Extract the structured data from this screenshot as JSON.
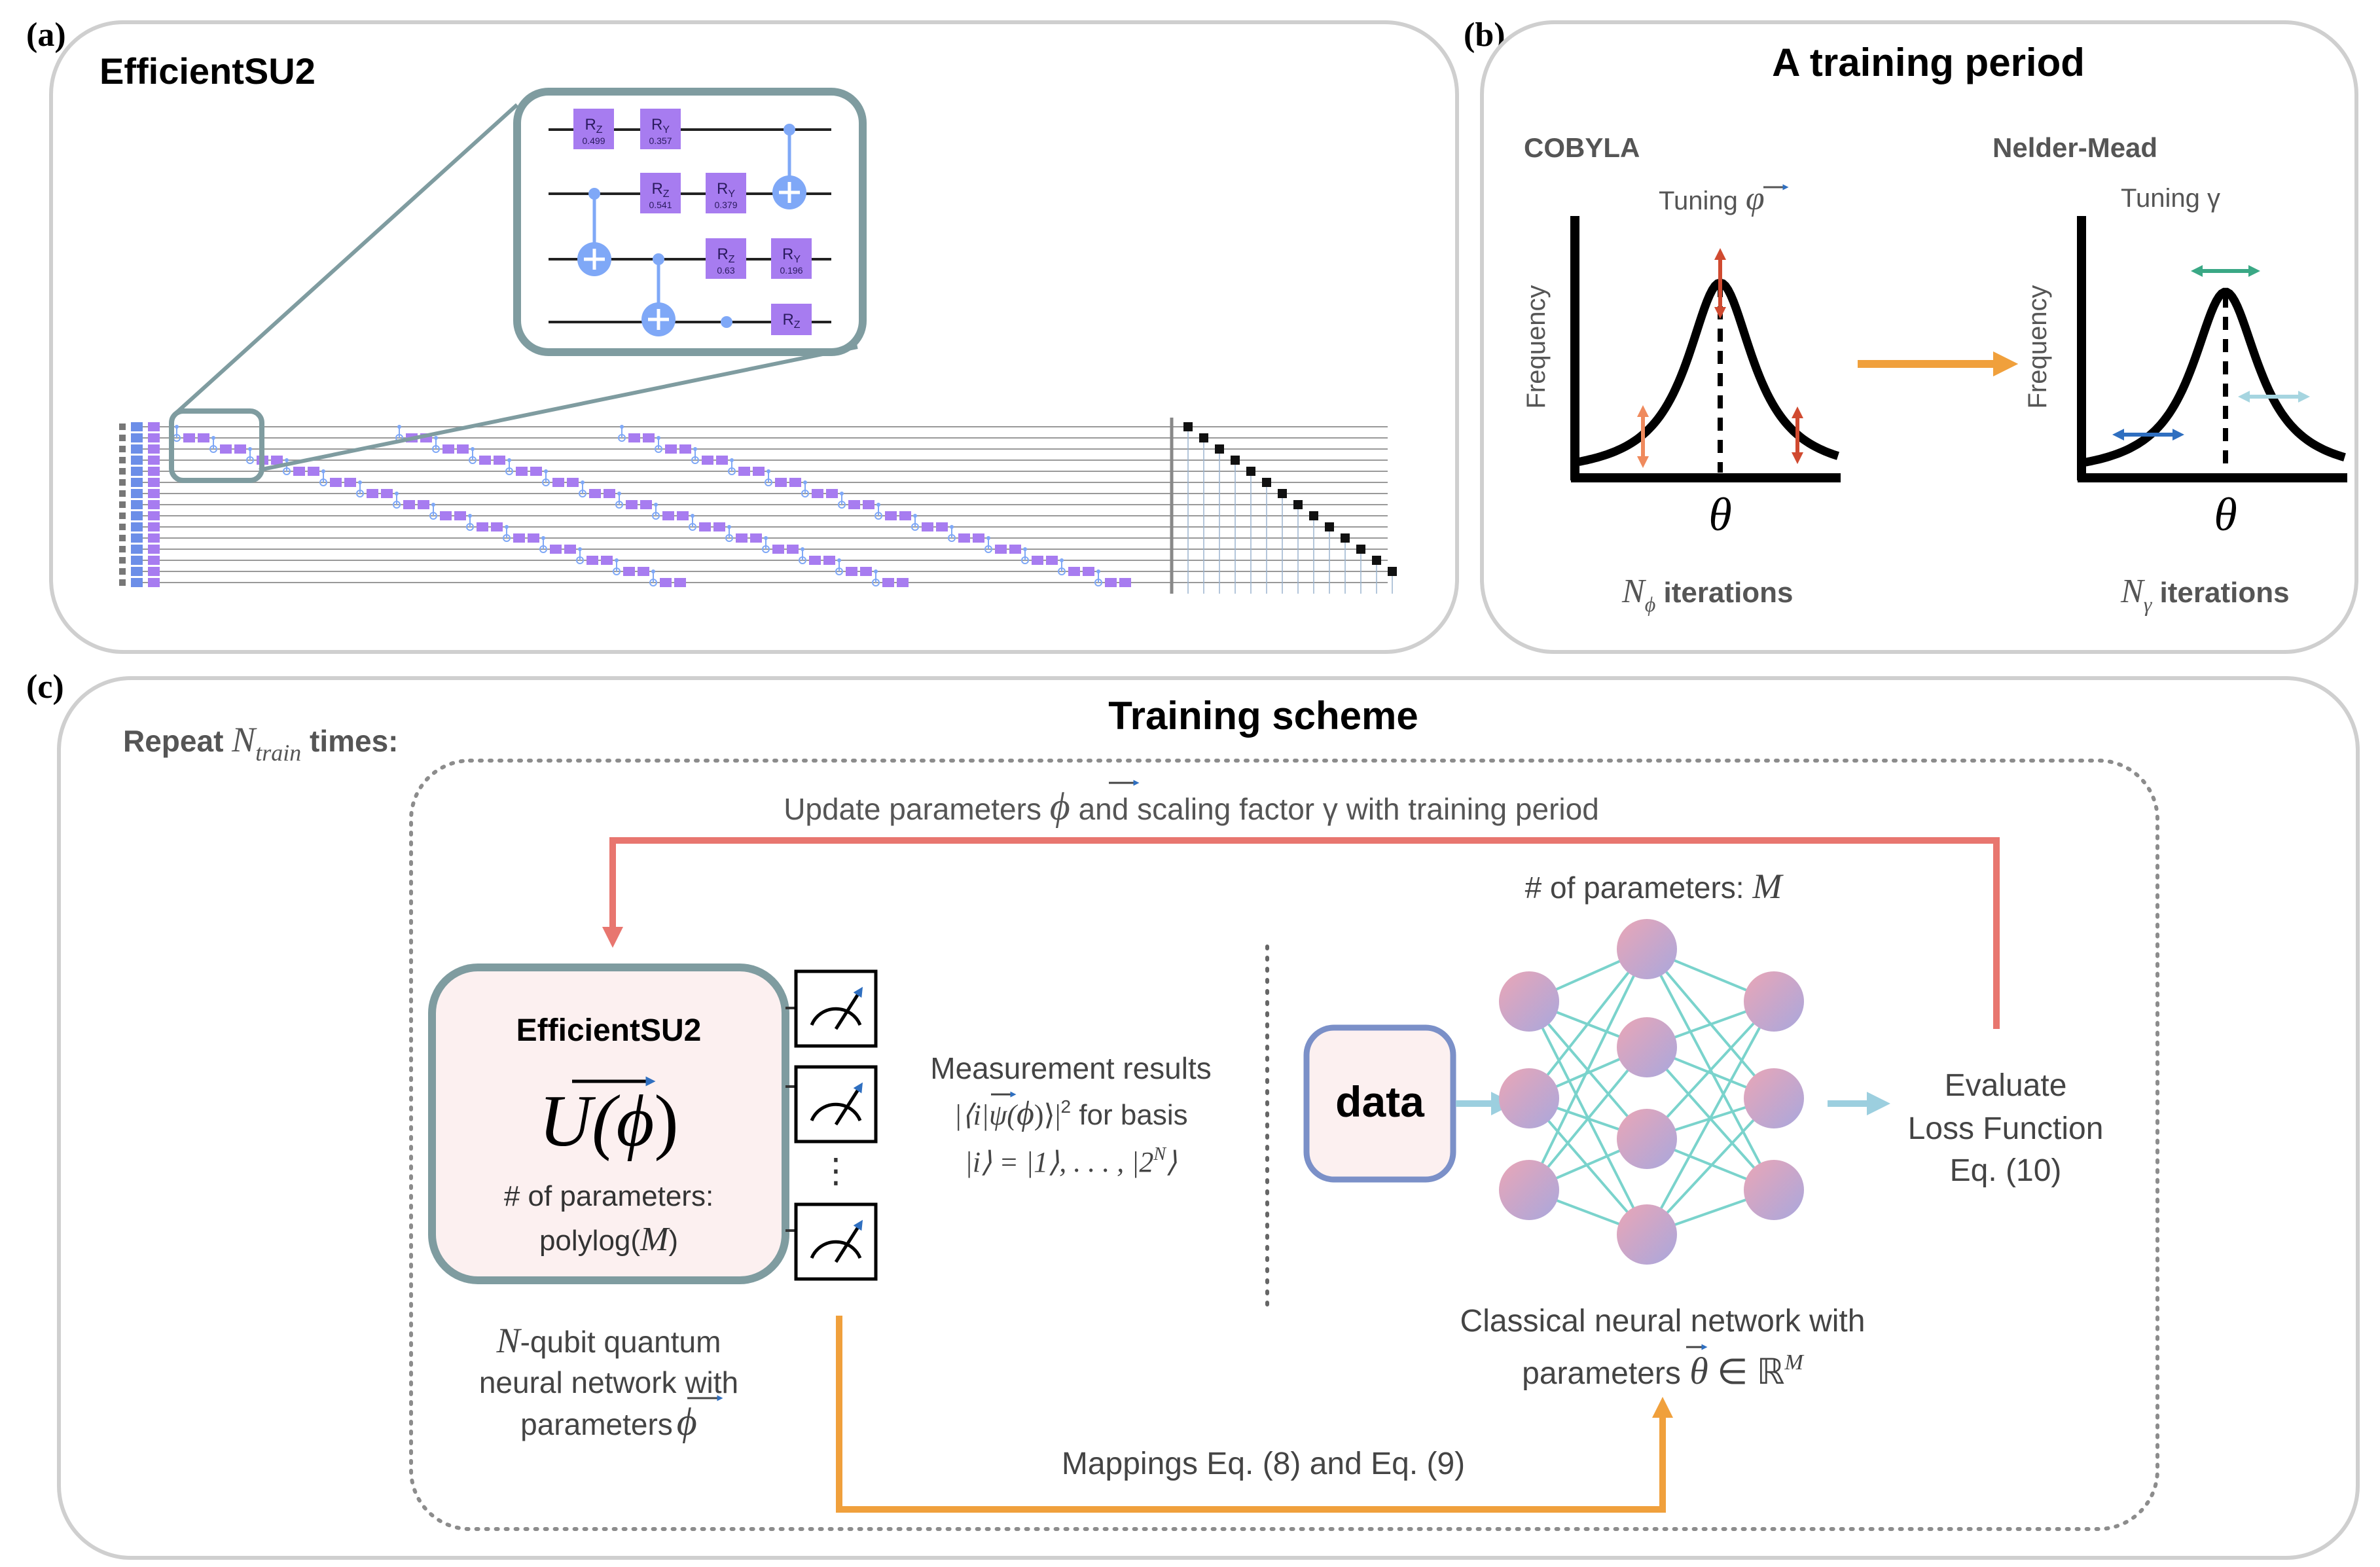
{
  "colors": {
    "panel_border": "#cfcfcf",
    "zoom_border": "#7f9ca0",
    "gate_fill": "#a77cf0",
    "gate_text": "#2a1a5e",
    "cnot": "#7fa8f7",
    "red_arrow": "#e8766f",
    "orange_arrow": "#f0a03c",
    "light_blue_arrow": "#9ccfdf",
    "teal_edge": "#7ad3cc",
    "gray_text": "#555555",
    "pink_box": "#fcf0f0",
    "data_border": "#7b90c8",
    "curve_red": "#d04a30",
    "curve_orange": "#ef8a5d",
    "curve_green": "#3aa885",
    "curve_darkblue": "#2f6fc0",
    "curve_lightblue": "#a6d5e0"
  },
  "panel_a": {
    "label": "(a)",
    "title": "EfficientSU2",
    "zoom_gates": [
      {
        "name": "R",
        "sub": "Z",
        "val": "0.499"
      },
      {
        "name": "R",
        "sub": "Y",
        "val": "0.357"
      },
      {
        "name": "R",
        "sub": "Z",
        "val": "0.541"
      },
      {
        "name": "R",
        "sub": "Y",
        "val": "0.379"
      },
      {
        "name": "R",
        "sub": "Z",
        "val": "0.63"
      },
      {
        "name": "R",
        "sub": "Y",
        "val": "0.196"
      },
      {
        "name": "R",
        "sub": "Z",
        "val": ""
      }
    ]
  },
  "panel_b": {
    "label": "(b)",
    "title": "A training period",
    "left_method": "COBYLA",
    "right_method": "Nelder-Mead",
    "left_tuning": "Tuning",
    "left_tuning_sym": "φ",
    "right_tuning": "Tuning γ",
    "y_axis": "Frequency",
    "x_axis": "θ",
    "left_iter_sym": "N",
    "left_iter_sub": "ϕ",
    "left_iter_text": " iterations",
    "right_iter_sym": "N",
    "right_iter_sub": "γ",
    "right_iter_text": " iterations"
  },
  "panel_c": {
    "label": "(c)",
    "title": "Training scheme",
    "repeat_prefix": "Repeat ",
    "repeat_sym": "N",
    "repeat_sub": "train",
    "repeat_suffix": " times:",
    "update_prefix": "Update parameters ",
    "update_sym": "ϕ",
    "update_suffix": " and scaling factor γ with training period",
    "qnn_title": "EfficientSU2",
    "qnn_U": "U(",
    "qnn_phi": "ϕ",
    "qnn_close": ")",
    "qnn_params_line1": "# of parameters:",
    "qnn_params_line2": "polylog(",
    "qnn_params_M": "M",
    "qnn_params_close": ")",
    "qnn_caption_N": "N",
    "qnn_caption_1": "-qubit quantum",
    "qnn_caption_2": "neural network with",
    "qnn_caption_3": "parameters",
    "qnn_caption_phi": "ϕ",
    "vdots": "⋮",
    "meas_line1": "Measurement results",
    "meas_line2_a": "|⟨i|ψ(",
    "meas_line2_phi": "ϕ",
    "meas_line2_b": ")⟩|",
    "meas_line2_exp": "2",
    "meas_line2_c": " for basis",
    "meas_line3_a": "|i⟩ = |1⟩, . . . , |2",
    "meas_line3_exp": "N",
    "meas_line3_b": "⟩",
    "nn_params_prefix": "# of parameters: ",
    "nn_params_M": "M",
    "data_label": "data",
    "eval_line1": "Evaluate",
    "eval_line2": "Loss Function",
    "eval_line3": "Eq. (10)",
    "cnn_line1": "Classical neural network with",
    "cnn_line2_a": "parameters ",
    "cnn_line2_theta": "θ",
    "cnn_line2_b": " ∈ ℝ",
    "cnn_line2_exp": "M",
    "mappings": "Mappings Eq. (8) and Eq. (9)"
  }
}
